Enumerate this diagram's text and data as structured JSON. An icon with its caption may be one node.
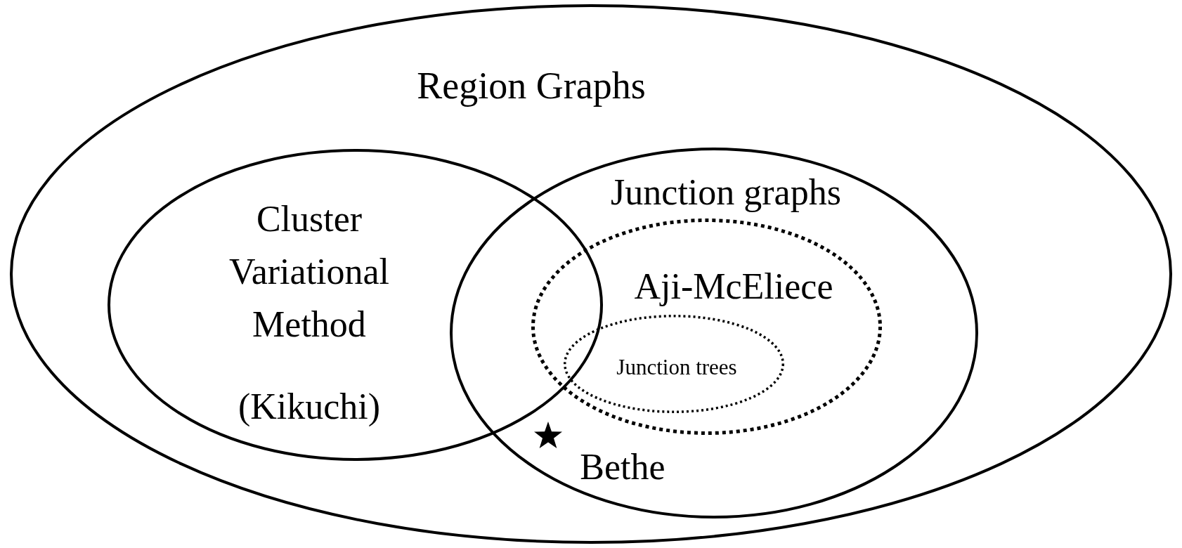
{
  "diagram": {
    "nodes": [
      {
        "text": [
          "Region Graphs"
        ]
      },
      {
        "text": [
          "Cluster Variational Method",
          "(Kikuchi)"
        ],
        "in": 0
      },
      {
        "text": [
          "Junction graphs"
        ],
        "in": 0
      },
      {
        "text": [
          "Aji-McEliece"
        ],
        "in": 2
      },
      {
        "text": [
          "Junction trees"
        ],
        "in": 3
      }
    ],
    "edges": [],
    "labels": [
      "Bethe"
    ]
  }
}
